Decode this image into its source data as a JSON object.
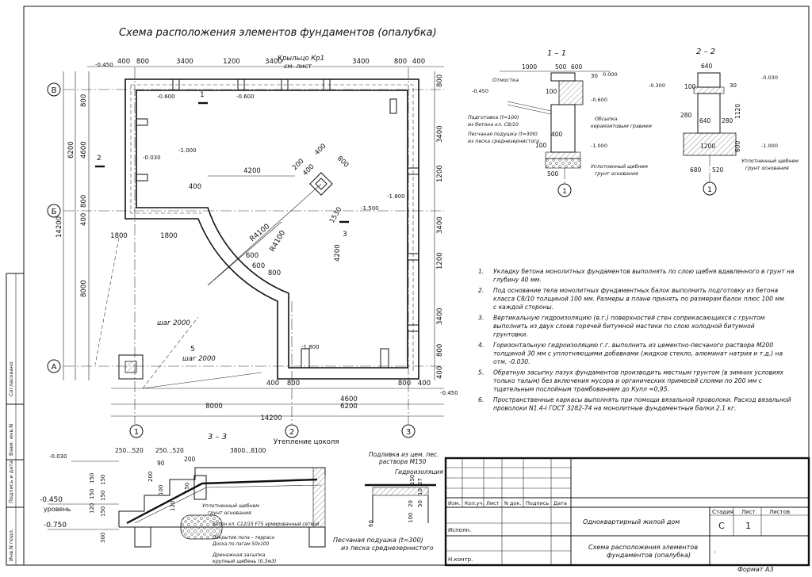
{
  "drawing": {
    "title": "Схема расположения элементов фундаментов (опалубка)",
    "porch_label": "Крыльцо Кр1",
    "porch_ref": "см. лист",
    "axes": {
      "letters": [
        "В",
        "Б",
        "А"
      ],
      "numbers": [
        "1",
        "2",
        "3"
      ]
    },
    "dims_top": [
      "400",
      "800",
      "3400",
      "1200",
      "3400",
      "3400",
      "800",
      "400"
    ],
    "dims_bottom_row1": [
      "400",
      "800",
      "4600",
      "800",
      "400"
    ],
    "dims_bottom_row2": [
      "8000",
      "6200"
    ],
    "dims_bottom_total": "14200",
    "dims_left": [
      "800",
      "4600",
      "800",
      "400",
      "8000",
      "14200",
      "6200"
    ],
    "dims_right": [
      "800",
      "3400",
      "1200",
      "3400",
      "1200",
      "3400",
      "800",
      "400"
    ],
    "dims_inner": [
      "4200",
      "1800",
      "1800",
      "400",
      "600",
      "600",
      "800",
      "4200",
      "1530",
      "400",
      "200",
      "400",
      "800"
    ],
    "radius_labels": [
      "R4100",
      "R4100"
    ],
    "elevations": [
      "-0.450",
      "-0.600",
      "-1.800",
      "-0.030",
      "-1.000",
      "-1.500",
      "-0.450",
      "-0.600",
      "-1.800"
    ],
    "step_labels": [
      "шаг 2000",
      "шаг 2000"
    ],
    "section_marks": [
      "1",
      "2",
      "3",
      "5"
    ]
  },
  "section_1_1": {
    "title": "1 – 1",
    "dims": [
      "1000",
      "500",
      "600",
      "30",
      "100",
      "400",
      "100",
      "500"
    ],
    "labels": [
      "Отмостка",
      "Подготовка (t=100)",
      "из бетона кл. С8/10",
      "Песчаная подушка (t=300)",
      "из песка среднезернистого",
      "Уплотненный щебнем",
      "грунт основания",
      "Обсыпка",
      "керамзитовым гравием"
    ],
    "elevs": [
      "0.000",
      "-0.450",
      "-0.600",
      "-1.000"
    ],
    "axis": "1"
  },
  "section_2_2": {
    "title": "2 – 2",
    "dims": [
      "640",
      "30",
      "280",
      "640",
      "280",
      "1120",
      "1200",
      "600",
      "680",
      "520",
      "100"
    ],
    "labels": [
      "Уплотненный щебнем",
      "грунт основания"
    ],
    "elevs": [
      "-0.300",
      "-0.030",
      "-1.000"
    ],
    "axis": "1"
  },
  "notes": [
    {
      "num": "1.",
      "text": "Укладку бетона монолитных фундаментов выполнять по слою щебня вдавленного в грунт на глубину 40 мм."
    },
    {
      "num": "2.",
      "text": "Под основание тела монолитных фундаментных балок выполнить подготовку из бетона класса С8/10 толщиной 100 мм. Размеры в плане принять по размерам балок плюс 100 мм с каждой стороны."
    },
    {
      "num": "3.",
      "text": "Вертикальную гидроизоляцию (в.г.) поверхностей стен соприкасающихся с грунтом выполнить из двух слоев горячей битумной мастики по слою холодной битумной грунтовки."
    },
    {
      "num": "4.",
      "text": "Горизонтальную гидроизоляцию г.г. выполнить из цементно-песчаного раствора М200 толщиной 30 мм с уплотняющими добавками (жидкое стекло, алюминат натрия и т.д.) на отм. -0.030."
    },
    {
      "num": "5.",
      "text": "Обратную засыпку пазух фундаментов производить местным грунтом (в зимних условиях только талым) без включения мусора и органических примесей слоями по 200 мм с тщательным послойным трамбованием до Купл =0,95."
    },
    {
      "num": "6.",
      "text": "Пространственные каркасы выполнять при помощи вязальной проволоки. Расход вязальной проволоки N1.4-I ГОСТ 3282-74 на монолитные фундаментные балки 2.1 кг."
    }
  ],
  "section_3_3": {
    "title": "3 – 3",
    "dims": [
      "250...520",
      "250...520",
      "3800...8100",
      "90",
      "200",
      "150",
      "150",
      "150",
      "120",
      "150",
      "150",
      "150",
      "300",
      "120",
      "100",
      "200"
    ],
    "labels": [
      "Утепление цоколя",
      "Уплотненный щебнем",
      "грунт основания",
      "Бетон кл. С12/15 F75 армированный сеткой",
      "Покрытие пола – терраса",
      "Доска по лагам 50x100",
      "Дренажная засыпка",
      "крупный щебень (0.3м3)",
      "Песчаная подушка (t=300)",
      "из песка среднезернистого"
    ],
    "elevs": [
      "-0.030",
      "-0.450",
      "уровень",
      "-0.750"
    ]
  },
  "detail": {
    "labels": [
      "Подливка из цем. пес.",
      "раствора М150",
      "Гидроизоляция"
    ],
    "dims": [
      "150",
      "27",
      "10",
      "50",
      "20",
      "100",
      "60"
    ]
  },
  "side_stamp": {
    "labels": [
      "Согласовано",
      "Взам. инв.N",
      "Подпись и дата",
      "Инв.N подл."
    ]
  },
  "title_block": {
    "headers": [
      "Изм.",
      "Кол.уч.",
      "Лист",
      "N док.",
      "Подпись",
      "Дата"
    ],
    "role_labels": [
      "Исполн.",
      "Н.контр."
    ],
    "project": "Одноквартирный жилой дом",
    "stage_header": "Стадия",
    "sheet_header": "Лист",
    "sheets_header": "Листов",
    "stage": "С",
    "sheet": "1",
    "sheets": "",
    "sheet_title": "Схема расположения элементов фундаментов (опалубка)",
    "dot": "."
  },
  "format": "Формат А3"
}
